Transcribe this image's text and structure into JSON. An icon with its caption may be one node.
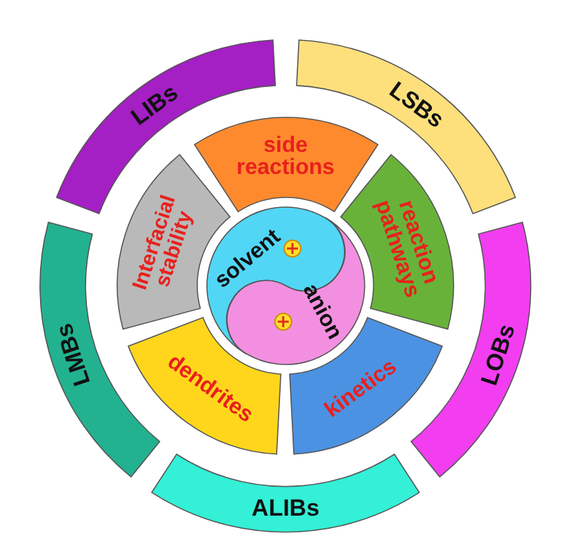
{
  "diagram": {
    "nodes": [
      {
        "text": [
          "LIBs"
        ]
      },
      {
        "text": [
          "LSBs"
        ]
      },
      {
        "text": [
          "LOBs"
        ]
      },
      {
        "text": [
          "ALIBs"
        ]
      },
      {
        "text": [
          "LMBs"
        ]
      },
      {
        "text": [
          "side reactions"
        ]
      },
      {
        "text": [
          "reaction pathways"
        ]
      },
      {
        "text": [
          "kinetics"
        ]
      },
      {
        "text": [
          "dendrites"
        ]
      },
      {
        "text": [
          "Interfacial stability"
        ]
      },
      {
        "text": [
          "solvent"
        ]
      },
      {
        "text": [
          "anion"
        ]
      }
    ]
  }
}
